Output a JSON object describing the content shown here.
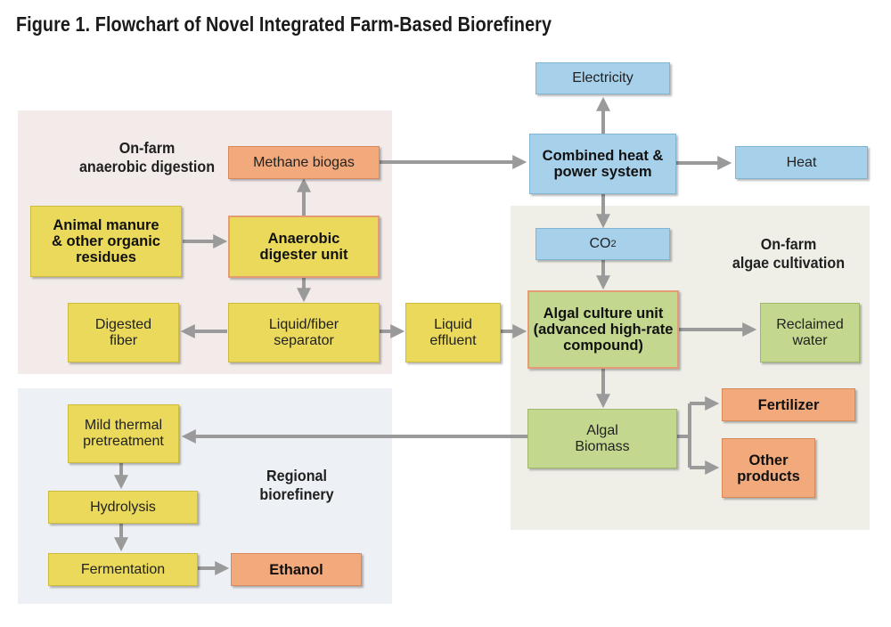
{
  "title": "Figure 1. Flowchart of Novel Integrated Farm-Based Biorefinery",
  "regions": {
    "anaerobic": "On-farm\nanaerobic digestion",
    "algae": "On-farm\nalgae cultivation",
    "biorefinery": "Regional\nbiorefinery"
  },
  "boxes": {
    "electricity": "Electricity",
    "chp": "Combined heat &\npower system",
    "heat": "Heat",
    "methane": "Methane biogas",
    "manure": "Animal manure\n& other organic\nresidues",
    "digester": "Anaerobic\ndigester unit",
    "co2": "CO",
    "co2_sub": "2",
    "digested_fiber": "Digested\nfiber",
    "separator": "Liquid/fiber\nseparator",
    "liquid_effluent": "Liquid\neffluent",
    "algal_culture": "Algal culture unit\n(advanced high-rate\ncompound)",
    "reclaimed_water": "Reclaimed\nwater",
    "mild_thermal": "Mild thermal\npretreatment",
    "algal_biomass": "Algal\nBiomass",
    "fertilizer": "Fertilizer",
    "other_products": "Other\nproducts",
    "hydrolysis": "Hydrolysis",
    "fermentation": "Fermentation",
    "ethanol": "Ethanol"
  },
  "colors": {
    "anaerobic_bg": "#f3ebea",
    "algae_bg": "#efefe8",
    "biorefinery_bg": "#edf1f5",
    "arrow": "#9a9a9a"
  }
}
